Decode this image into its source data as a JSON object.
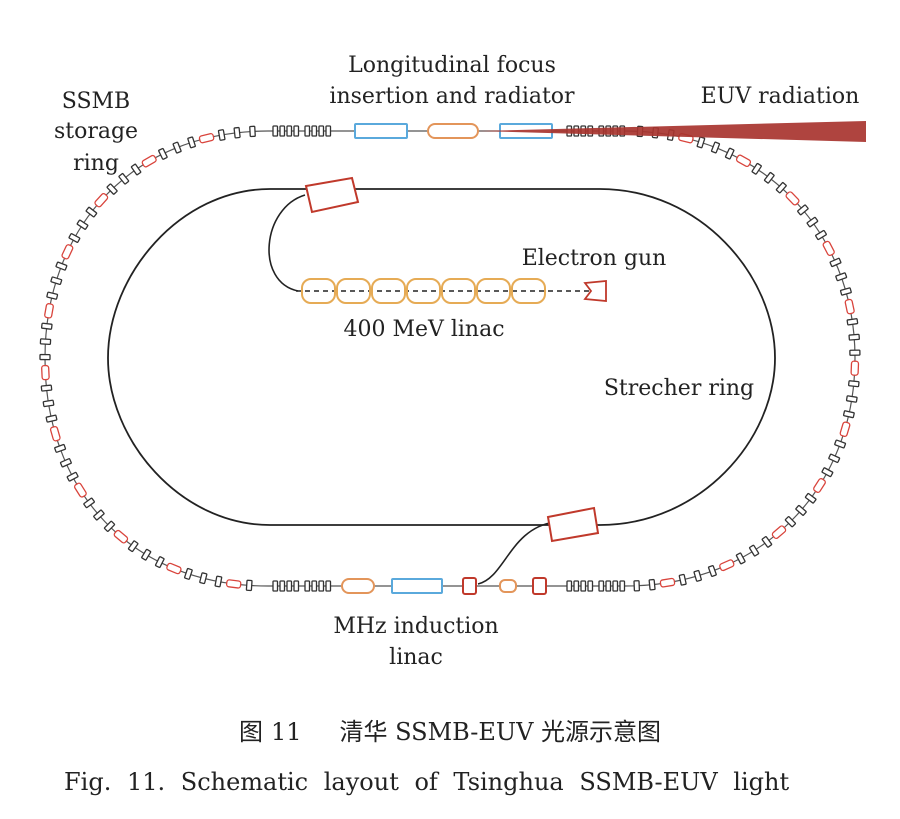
{
  "labels": {
    "ssmb_line1": "SSMB",
    "ssmb_line2": "storage",
    "ssmb_line3": "ring",
    "focus_line1": "Longitudinal focus",
    "focus_line2": "insertion and radiator",
    "euv": "EUV radiation",
    "gun": "Electron gun",
    "linac": "400 MeV linac",
    "strecher": "Strecher ring",
    "mhz_line1": "MHz induction",
    "mhz_line2": "linac"
  },
  "caption": {
    "cn_prefix": "图",
    "cn_number": "11",
    "cn_title": "清华 SSMB-EUV 光源示意图",
    "en": "Fig. 11. Schematic layout of Tsinghua SSMB-EUV light"
  },
  "colors": {
    "ring_dipole": "#d9443c",
    "quadrupole": "#333333",
    "undulator": "#5aa9dc",
    "cavity": "#e3955a",
    "linac_cell": "#e6ab55",
    "euv_beam": "#a8342f",
    "kicker": "#c0392b"
  }
}
